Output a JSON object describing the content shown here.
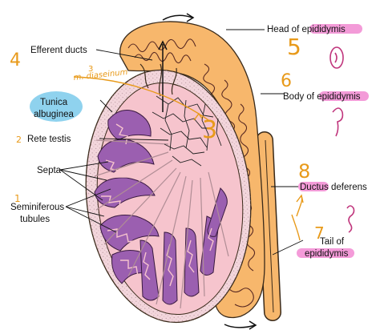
{
  "labels": {
    "efferent_ducts": "Efferent ducts",
    "tunica_line1": "Tunica",
    "tunica_line2": "albuginea",
    "rete_testis": "Rete testis",
    "septa": "Septa",
    "seminiferous_line1": "Seminiferous",
    "seminiferous_line2": "tubules",
    "head_of_epididymis": "Head of epididymis",
    "body_of_epididymis": "Body of epididymis",
    "ductus_deferens": "Ductus deferens",
    "tail_line1": "Tail of",
    "tail_line2": "epididymis"
  },
  "handwritten": {
    "num_efferent": "4",
    "num_rete": "2",
    "num_seminiferous": "1",
    "num_head": "5",
    "num_body": "6",
    "num_ductus": "8",
    "num_tail": "7",
    "mediastinum_note": "m. diaseinum",
    "superscript": "3",
    "rete_marker": "3"
  },
  "colors": {
    "epididymis": "#f7b76c",
    "testis_pink": "#f6c4cd",
    "tubule_purple": "#9b5fb0",
    "tunica_highlight": "#8fd2ee",
    "text_highlight": "#f28ad2",
    "handwriting": "#e89a1a",
    "pen": "#c0357c"
  }
}
